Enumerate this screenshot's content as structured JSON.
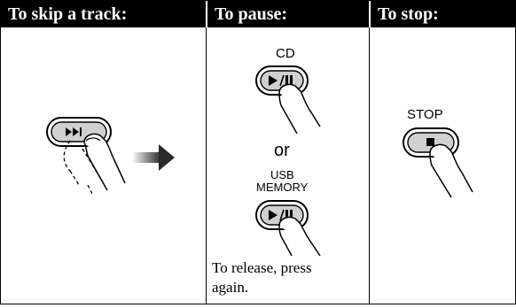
{
  "headers": {
    "skip": "To skip a track:",
    "pause": "To pause:",
    "stop": "To stop:"
  },
  "skip": {
    "button_icon": "next-track-icon"
  },
  "pause": {
    "cd_label": "CD",
    "cd_button_icon": "play-pause-icon",
    "or_label": "or",
    "usb_label_line1": "USB",
    "usb_label_line2": "MEMORY",
    "usb_button_icon": "play-pause-icon",
    "release_line1": "To release, press",
    "release_line2": "again."
  },
  "stop": {
    "label": "STOP",
    "button_icon": "stop-icon"
  }
}
